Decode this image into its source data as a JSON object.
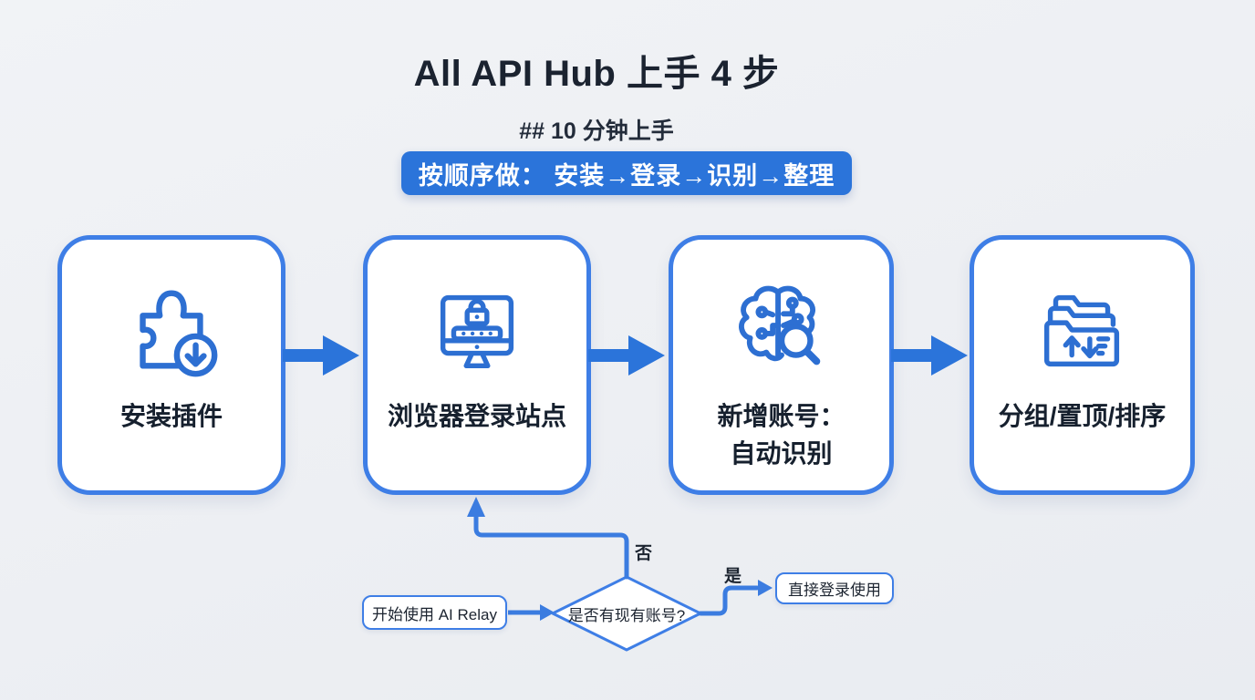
{
  "page": {
    "title": "All API Hub 上手 4 步",
    "subtitle": "## 10 分钟上手",
    "banner": "按顺序做： 安装→登录→识别→整理"
  },
  "steps": [
    {
      "label": "安装插件",
      "icon": "puzzle-download-icon"
    },
    {
      "label": "浏览器登录站点",
      "icon": "monitor-lock-icon"
    },
    {
      "label": "新增账号：\n自动识别",
      "icon": "brain-search-icon"
    },
    {
      "label": "分组/置顶/排序",
      "icon": "folders-sort-icon"
    }
  ],
  "flowchart": {
    "start": "开始使用 AI Relay",
    "decision": "是否有现有账号?",
    "no_label": "否",
    "yes_label": "是",
    "yes_result": "直接登录使用"
  },
  "colors": {
    "accent": "#2b74da",
    "border": "#3e7ee6",
    "line": "#3b7ce0",
    "icon": "#2d6fd2",
    "ink": "#1b2330",
    "card_bg": "#ffffff",
    "page_bg": "#edeff3"
  }
}
